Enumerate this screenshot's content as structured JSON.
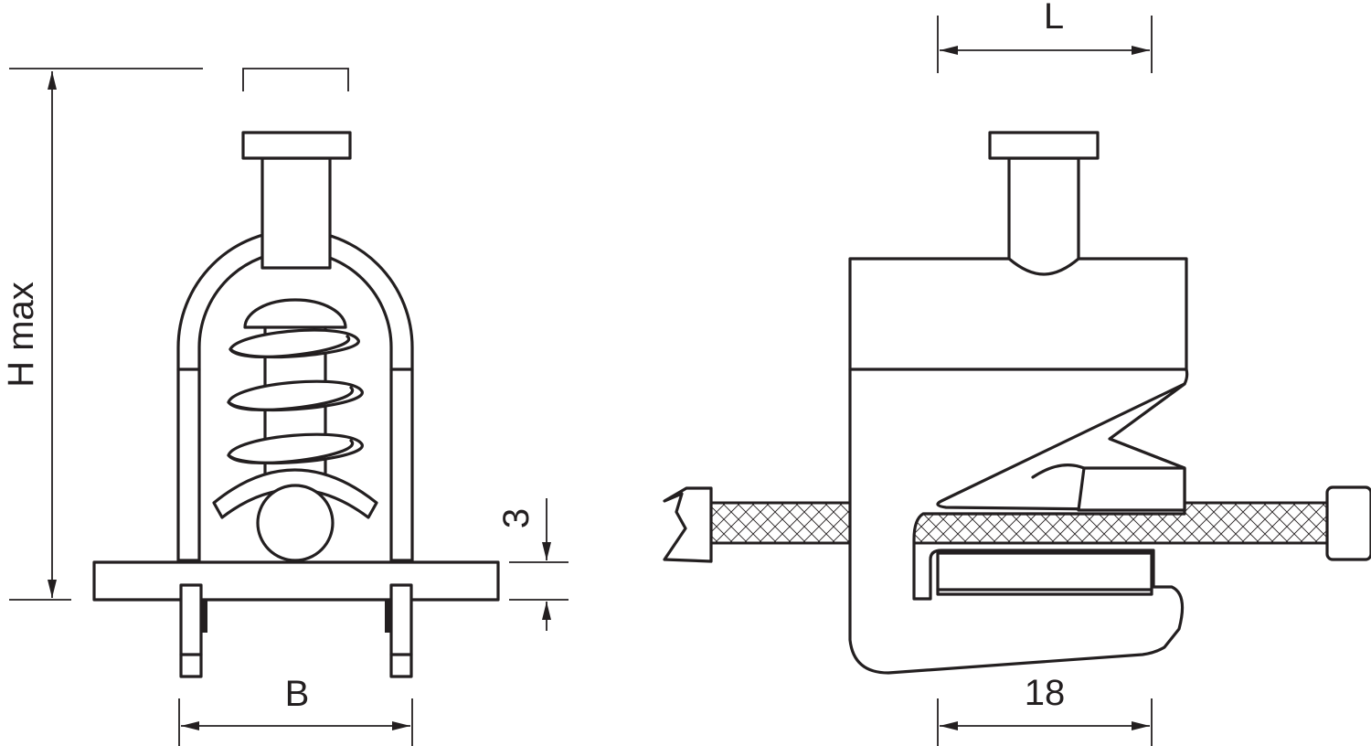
{
  "dimensions": {
    "height_label": "H max",
    "width_label": "B",
    "thickness_label": "3",
    "length_label": "L",
    "depth_label": "18"
  },
  "colors": {
    "line": "#231f20",
    "background": "#ffffff"
  }
}
